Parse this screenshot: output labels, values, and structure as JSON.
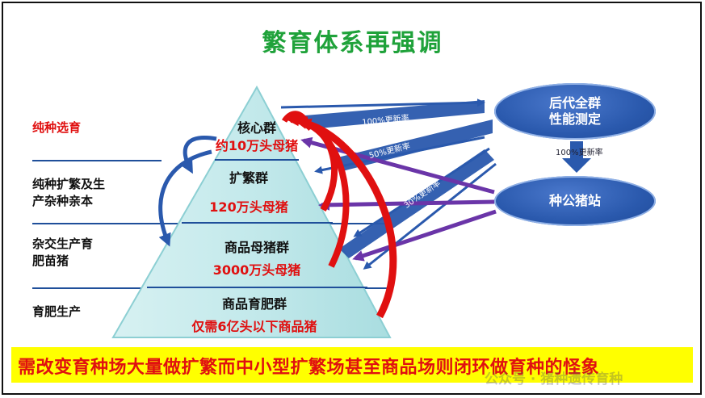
{
  "title": "繁育体系再强调",
  "side_labels": [
    "纯种选育",
    "纯种扩繁及生产杂种亲本",
    "杂交生产育肥苗猪",
    "育肥生产"
  ],
  "side_lines": [
    [
      "纯种选育"
    ],
    [
      "纯种扩繁及生",
      "产杂种亲本"
    ],
    [
      "杂交生产育",
      "肥苗猪"
    ],
    [
      "育肥生产"
    ]
  ],
  "pyramid": [
    {
      "name": "核心群",
      "count": "约10万头母猪"
    },
    {
      "name": "扩繁群",
      "count": "120万头母猪"
    },
    {
      "name": "商品母猪群",
      "count": "3000万头母猪"
    },
    {
      "name": "商品育肥群",
      "count": "仅需6亿头以下商品猪"
    }
  ],
  "ellipses": {
    "top": [
      "后代全群",
      "性能测定"
    ],
    "bottom": "种公猪站"
  },
  "rates": {
    "r1": "100%更新率",
    "r2": "50%更新率",
    "r3": "30%更新率",
    "r4": "100%更新率"
  },
  "banner": "需改变育种场大量做扩繁而中小型扩繁场甚至商品场则闭环做育种的怪象",
  "watermark": "公众号 · 猪种遗传育种",
  "colors": {
    "title": "#1fa23a",
    "red": "#e01010",
    "blue": "#2a59ad",
    "purple": "#6a35a8",
    "banner": "#ffff00"
  }
}
